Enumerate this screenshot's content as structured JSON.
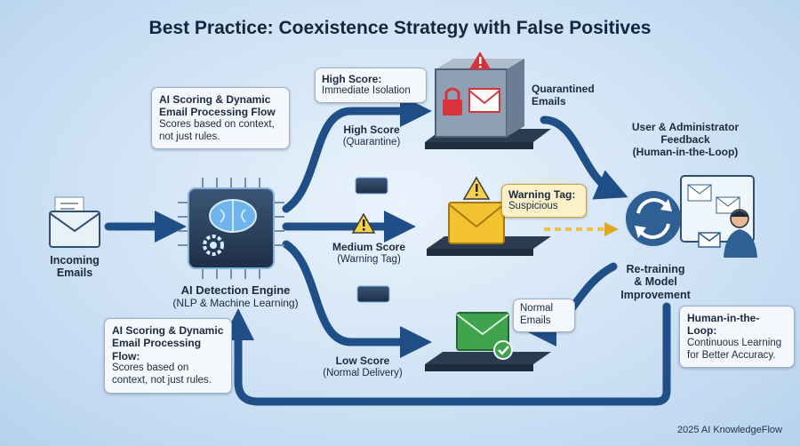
{
  "title": "Best Practice: Coexistence Strategy with False Positives",
  "incoming": {
    "line1": "Incoming",
    "line2": "Emails"
  },
  "engine": {
    "title": "AI Detection Engine",
    "subtitle": "(NLP & Machine Learning)"
  },
  "callout_top": {
    "title_line1": "AI Scoring & Dynamic",
    "title_line2": "Email Processing Flow",
    "body_line1": "Scores based on context,",
    "body_line2": "not just rules."
  },
  "callout_bottom": {
    "title_line1": "AI Scoring & Dynamic",
    "title_line2": "Email Processing Flow:",
    "body_line1": "Scores based on",
    "body_line2": "context, not just rules."
  },
  "high": {
    "callout_title": "High Score:",
    "callout_body": "Immediate Isolation",
    "label": "High Score",
    "sublabel": "(Quarantine)"
  },
  "medium": {
    "label": "Medium Score",
    "sublabel": "(Warning Tag)",
    "callout_title": "Warning Tag:",
    "callout_body": "Suspicious"
  },
  "low": {
    "label": "Low Score",
    "sublabel": "(Normal Delivery)",
    "callout_line1": "Normal",
    "callout_line2": "Emails"
  },
  "quarantined": {
    "line1": "Quarantined",
    "line2": "Emails"
  },
  "feedback": {
    "line1": "User & Administrator",
    "line2": "Feedback",
    "line3": "(Human-in-the-Loop)"
  },
  "retrain": {
    "line1": "Re-training",
    "line2": "& Model",
    "line3": "Improvement"
  },
  "hitl": {
    "title": "Human-in-the-Loop:",
    "body_line1": "Continuous Learning",
    "body_line2": "for Better Accuracy."
  },
  "footer": "2025 AI KnowledgeFlow",
  "colors": {
    "flow_arrow": "#1f4f86",
    "high": "#d8333a",
    "medium": "#f2c230",
    "low": "#3fa34d",
    "chip": "#2c3e55"
  },
  "icons": [
    "envelope-icon",
    "brain-icon",
    "gear-icon",
    "lock-icon",
    "warning-icon",
    "check-icon",
    "refresh-icon",
    "person-icon",
    "monitor-icon"
  ]
}
